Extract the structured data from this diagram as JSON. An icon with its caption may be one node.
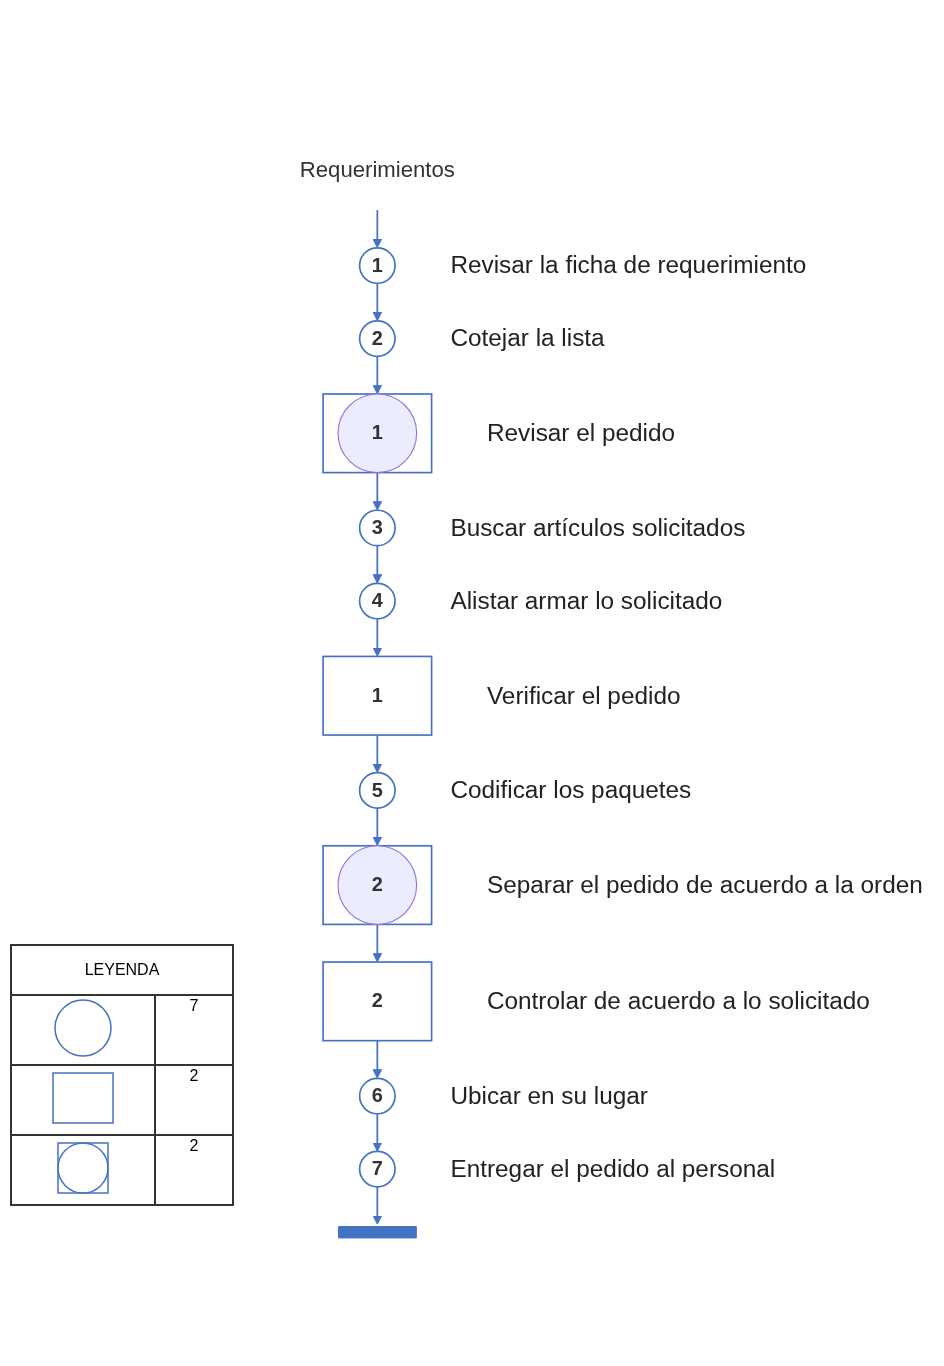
{
  "diagram": {
    "nodes": [
      {
        "text": [
          "Requerimientos"
        ]
      },
      {
        "text": [
          "1"
        ],
        "beside": [
          "Revisar la ficha de requerimiento"
        ]
      },
      {
        "text": [
          "2"
        ],
        "beside": [
          "Cotejar la lista"
        ]
      },
      {
        "text": [
          "1"
        ],
        "beside": [
          "Revisar el pedido"
        ]
      },
      {
        "text": [
          "3"
        ],
        "beside": [
          "Buscar artículos solicitados"
        ]
      },
      {
        "text": [
          "4"
        ],
        "beside": [
          "Alistar armar lo solicitado"
        ]
      },
      {
        "text": [
          "1"
        ],
        "beside": [
          "Verificar el pedido"
        ]
      },
      {
        "text": [
          "5"
        ],
        "beside": [
          "Codificar los paquetes"
        ]
      },
      {
        "text": [
          "2"
        ],
        "beside": [
          "Separar el pedido de acuerdo a la orden"
        ]
      },
      {
        "text": [
          "2"
        ],
        "beside": [
          "Controlar de acuerdo a lo solicitado"
        ]
      },
      {
        "text": [
          "6"
        ],
        "beside": [
          "Ubicar en su lugar"
        ]
      },
      {
        "text": [
          "7"
        ],
        "beside": [
          "Entregar el pedido al personal"
        ]
      }
    ],
    "edges": [
      {
        "from": 0,
        "to": 1,
        "arrow": "to"
      },
      {
        "from": 1,
        "to": 2,
        "arrow": "to"
      },
      {
        "from": 2,
        "to": 3,
        "arrow": "to"
      },
      {
        "from": 3,
        "to": 4,
        "arrow": "to"
      },
      {
        "from": 4,
        "to": 5,
        "arrow": "to"
      },
      {
        "from": 5,
        "to": 6,
        "arrow": "to"
      },
      {
        "from": 6,
        "to": 7,
        "arrow": "to"
      },
      {
        "from": 7,
        "to": 8,
        "arrow": "to"
      },
      {
        "from": 8,
        "to": 9,
        "arrow": "to"
      },
      {
        "from": 9,
        "to": 10,
        "arrow": "to"
      },
      {
        "from": 10,
        "to": 11,
        "arrow": "to"
      },
      {
        "from": 11,
        "to": null,
        "arrow": "to"
      }
    ],
    "labels": [
      "LEYENDA"
    ],
    "legend": [
      {
        "text": "7"
      },
      {
        "text": "2"
      },
      {
        "text": "2"
      }
    ]
  }
}
